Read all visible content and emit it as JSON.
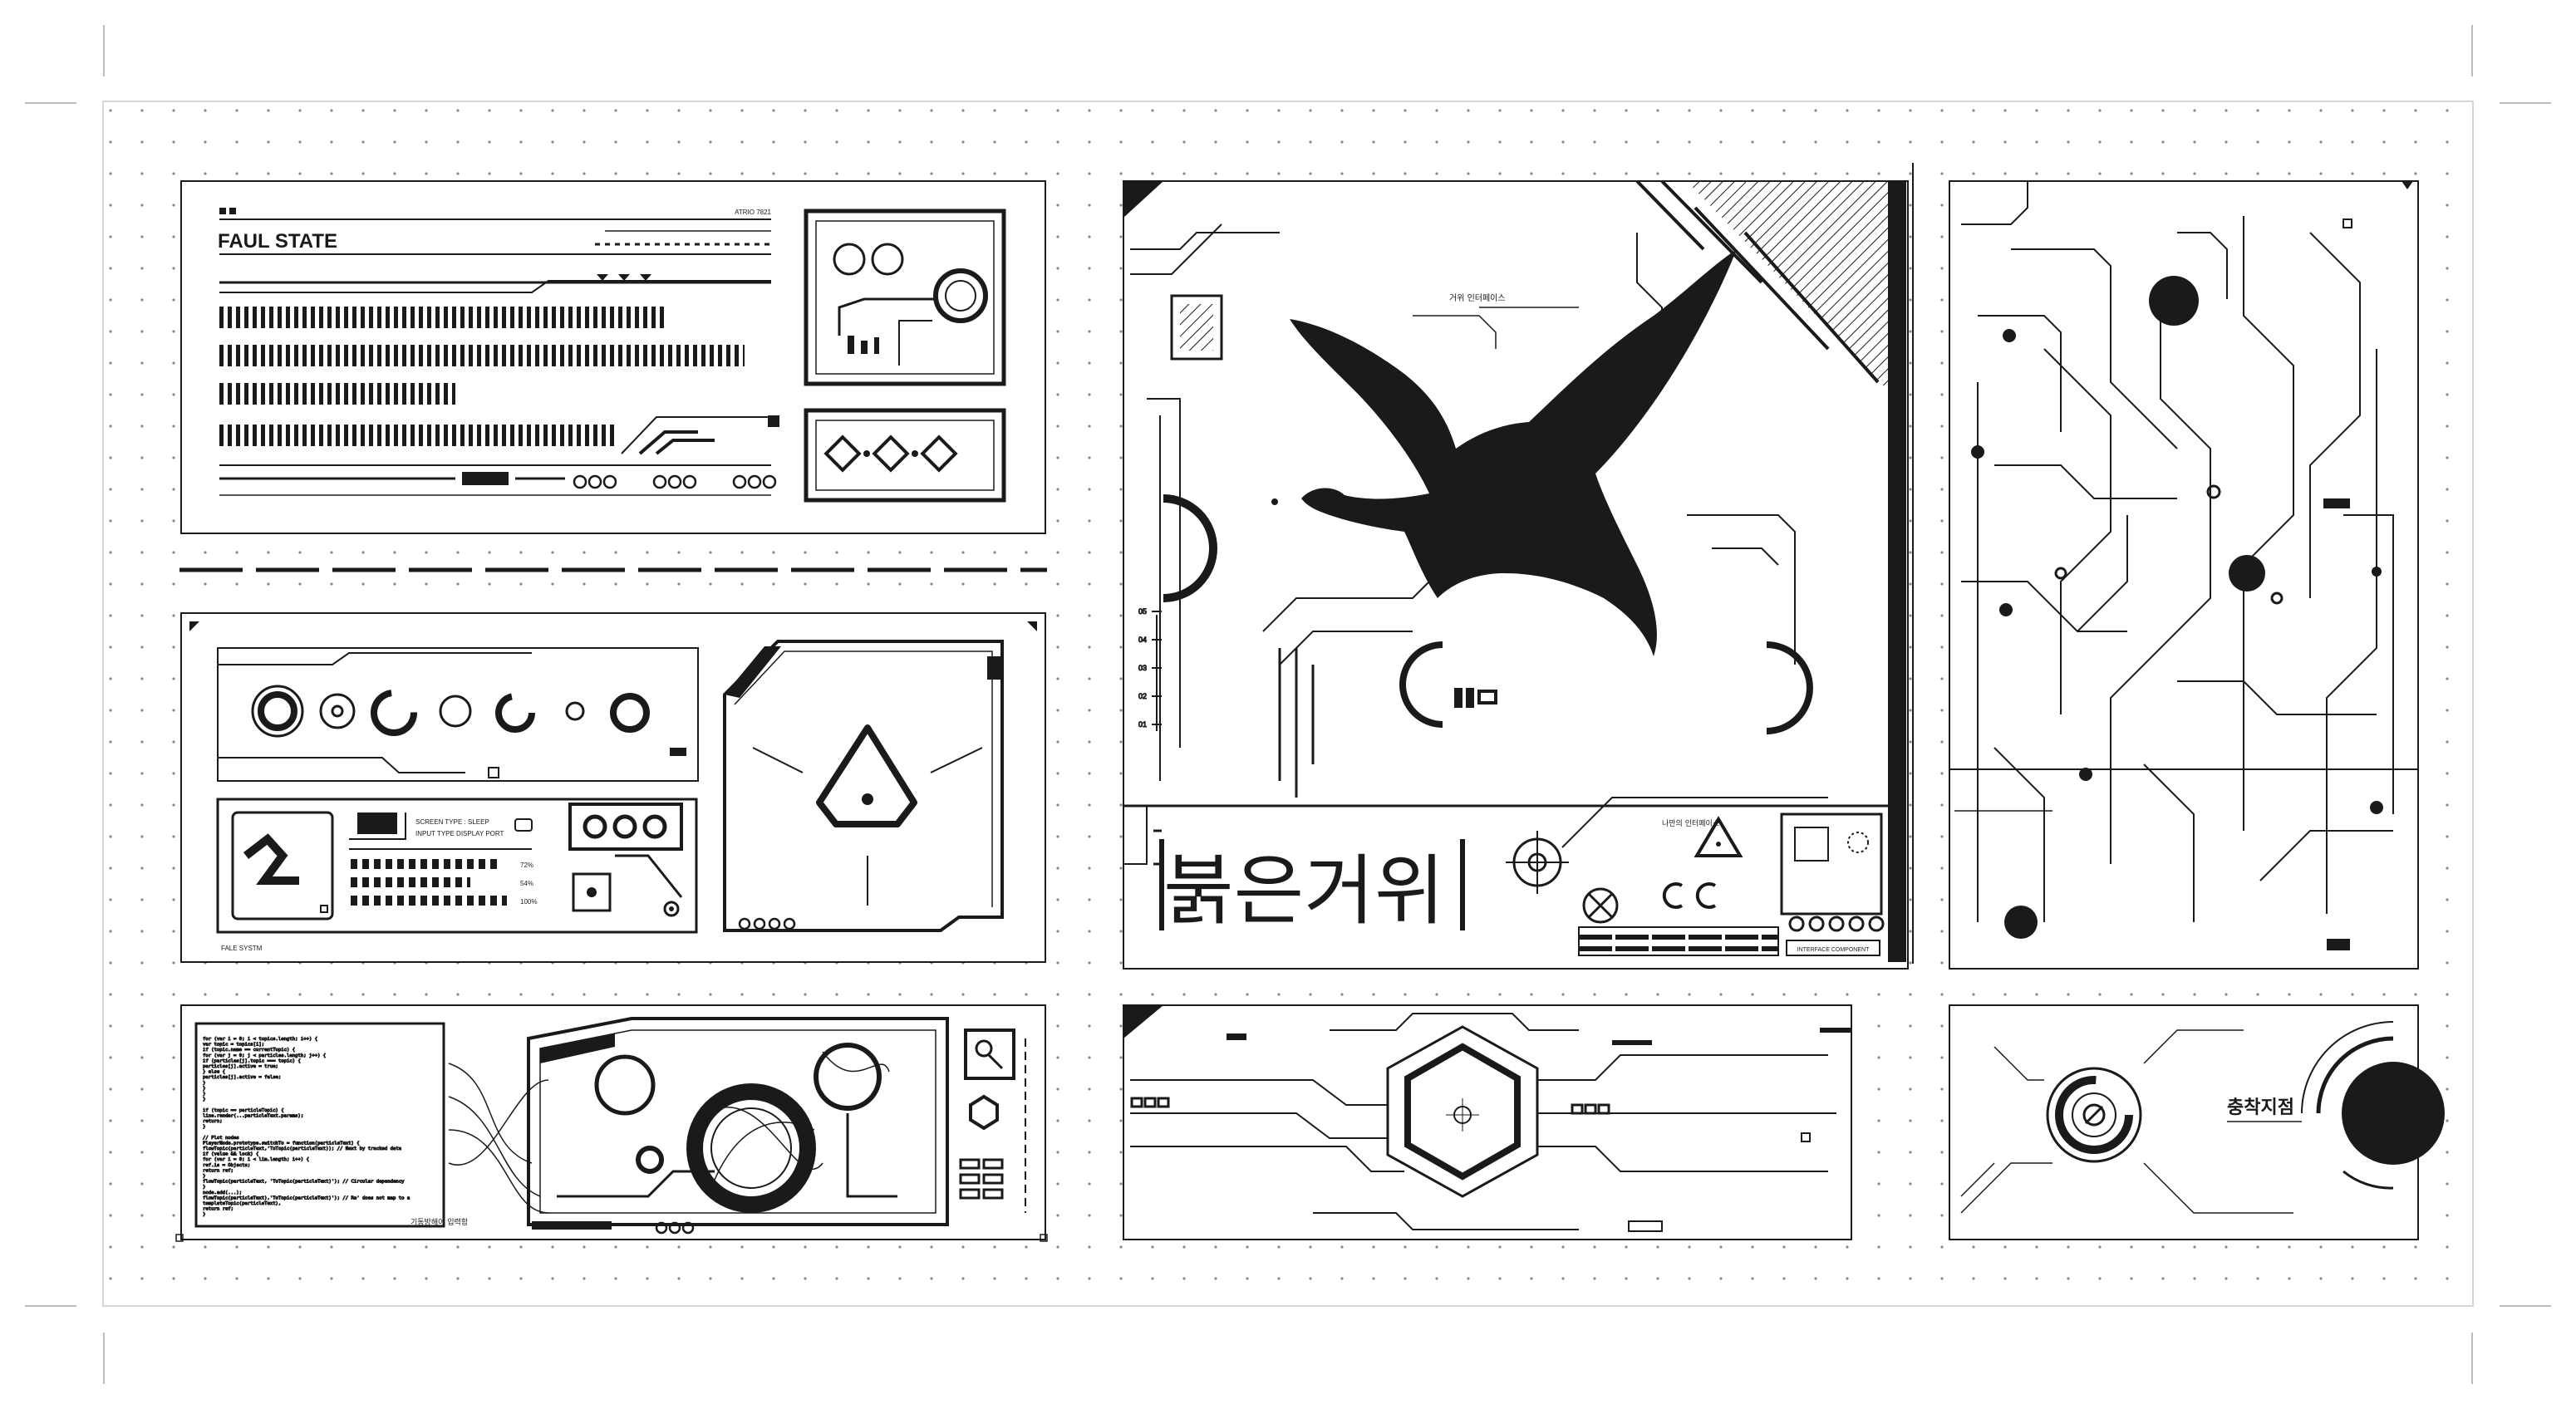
{
  "panels": {
    "faul_state": {
      "title": "FAUL STATE",
      "corner_label": "ATRIO 7821"
    },
    "controls": {
      "screen_type": "SCREEN TYPE : SLEEP",
      "input_type": "INPUT TYPE      DISPLAY PORT",
      "pct_a": "72%",
      "pct_b": "54%",
      "pct_c": "100%",
      "footer": "FALE SYSTM"
    },
    "code": {
      "lines": [
        "for (var i = 0; i < topics.length; i++) {",
        "  var topic = topics[i];",
        "  if (topic.name == currentTopic) {",
        "    for (var j = 0; j < particles.length; j++) {",
        "      if (particles[j].topic === topic) {",
        "        particles[j].active = true;",
        "      } else {",
        "        particles[j].active = false;",
        "      }",
        "    }",
        "  }",
        "}",
        "",
        "if (topic == particleTopic) {",
        "  line.render(...particleText.params);",
        "  return;",
        "}",
        "",
        "// Plot nodes",
        "PlayerNode.prototype.switchTo = function(particleText) {",
        "  flowTopic(particleText,'ToTopic(particleText)); // Next by tracked data",
        "  if (value && lock) {",
        "    for (var i = 0; i < lim.length; i++) {",
        "      ref.is = Objects;",
        "      return ref;",
        "    }",
        "    flowTopic(particleText, 'ToTopic(particleText)'); // Circular dependency",
        "  }",
        "  node.add(...);",
        "  flowTopic(particleText),'ToTopic(particleText)'); // Re' does not map to a",
        "  templateTopic(particleText),",
        "  return ref;",
        "}"
      ],
      "footer_label": "기동방해어 입력함"
    },
    "goose": {
      "title": "붉은거위",
      "tag_a": "거위 인터페이스",
      "tag_b": "나만의 인터페이스",
      "axis_ticks": [
        "05",
        "04",
        "03",
        "02",
        "01"
      ],
      "info_btn": "INTERFACE COMPONENT"
    },
    "landing": {
      "title": "충착지점"
    }
  },
  "colors": {
    "ink": "#1a1a1a",
    "guide": "#bdbdbd",
    "paper": "#ffffff"
  }
}
